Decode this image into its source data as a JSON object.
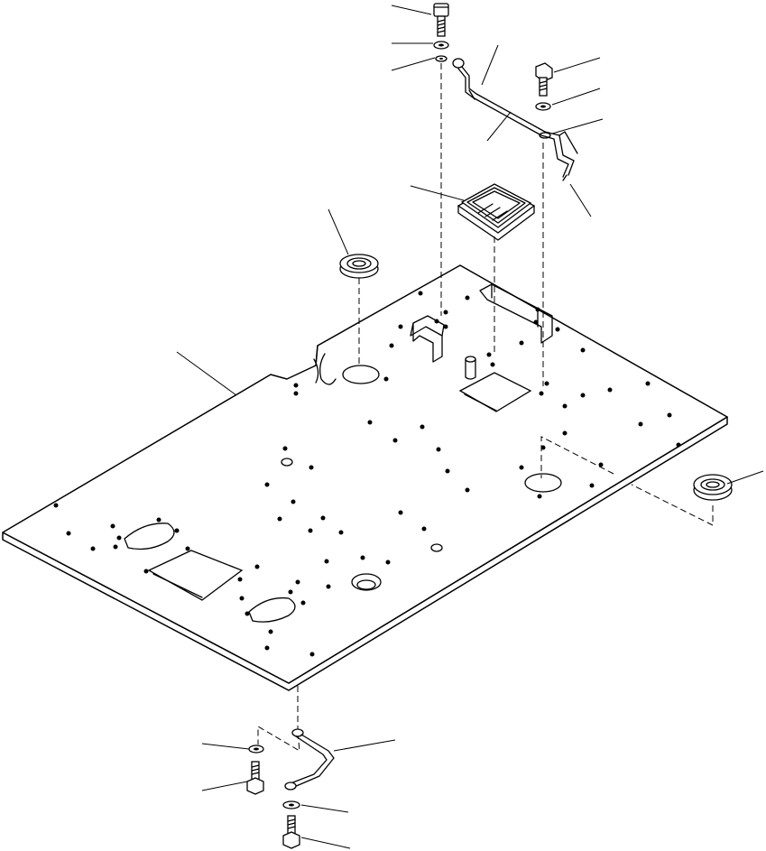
{
  "diagram": {
    "type": "exploded-parts-diagram",
    "view": "isometric",
    "background": "#ffffff",
    "line_color": "#000000",
    "parts": [
      {
        "name": "floor-plate"
      },
      {
        "name": "grommet-left"
      },
      {
        "name": "grommet-right"
      },
      {
        "name": "rubber-boot-center"
      },
      {
        "name": "ground-strap-upper"
      },
      {
        "name": "ground-strap-lower"
      },
      {
        "name": "bolt"
      },
      {
        "name": "washer"
      }
    ]
  }
}
